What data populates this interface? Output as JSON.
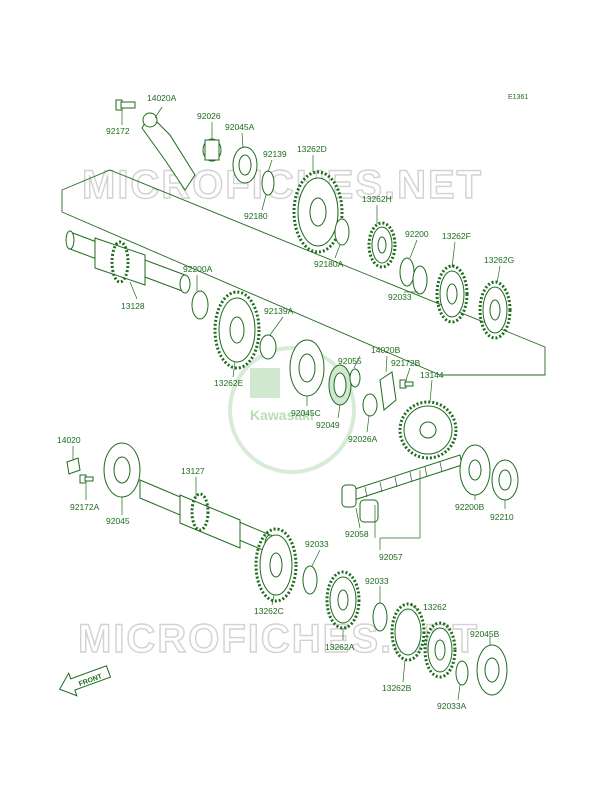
{
  "diagram_code": "E1361",
  "watermark": {
    "top": "MICROFICHES.NET",
    "bottom": "MICROFICHES.NET",
    "brand": "Kawasaki"
  },
  "front_label": "FRONT",
  "labels": {
    "p92172": "92172",
    "p14020A": "14020A",
    "p92026": "92026",
    "p92045A": "92045A",
    "p92139": "92139",
    "p13262D": "13262D",
    "p92180": "92180",
    "p13262H": "13262H",
    "p92180A": "92180A",
    "p92200": "92200",
    "p13262F": "13262F",
    "p13262G": "13262G",
    "p92033": "92033",
    "p92200A": "92200A",
    "p13128": "13128",
    "p92139A": "92139A",
    "p14020B": "14020B",
    "p92055": "92055",
    "p92172B": "92172B",
    "p13144": "13144",
    "p13262E": "13262E",
    "p92045C": "92045C",
    "p92049": "92049",
    "p92026A": "92026A",
    "p14020": "14020",
    "p13127": "13127",
    "p92172A": "92172A",
    "p92045": "92045",
    "p92200B": "92200B",
    "p92210": "92210",
    "p92058": "92058",
    "p92033b": "92033",
    "p92057": "92057",
    "p92033c": "92033",
    "p13262C": "13262C",
    "p13262": "13262",
    "p13262A": "13262A",
    "p92045B": "92045B",
    "p13262B": "13262B",
    "p92033A": "92033A"
  }
}
